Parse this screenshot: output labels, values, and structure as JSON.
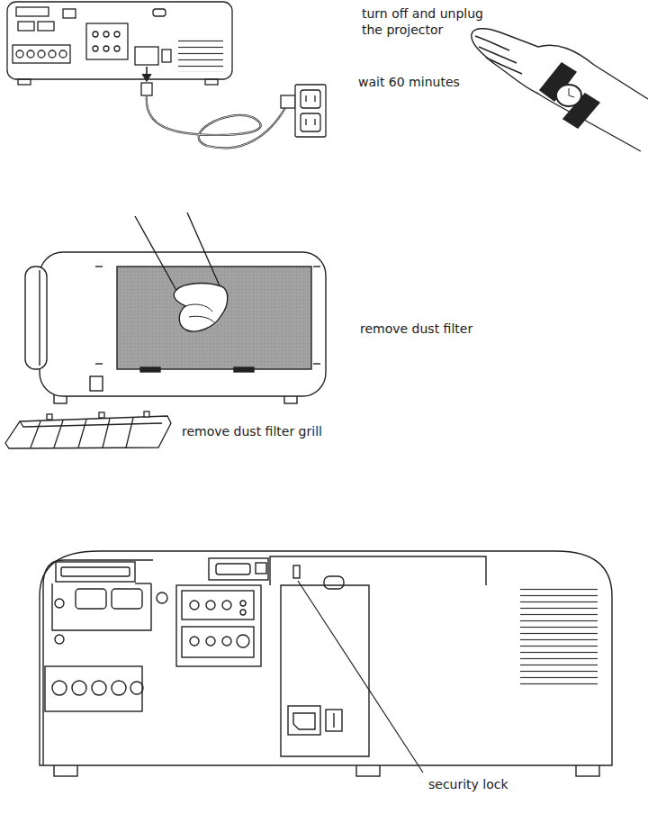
{
  "diagram": {
    "labels": [
      "turn off and unplug the projector",
      "wait 60 minutes",
      "remove dust filter",
      "remove dust filter grill",
      "security lock"
    ]
  }
}
